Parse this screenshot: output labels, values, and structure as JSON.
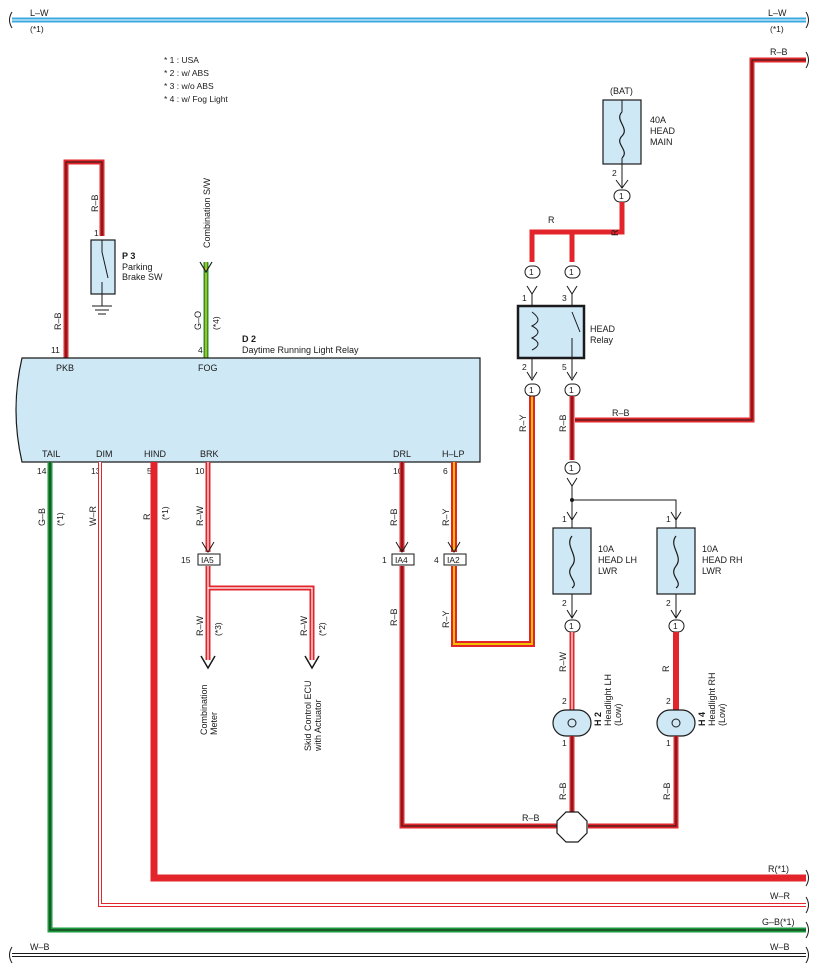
{
  "bus": {
    "top_left_label": "L–W",
    "top_left_note": "(*1)",
    "top_right_label": "L–W",
    "top_right_note": "(*1)",
    "bottom_left_label": "W–B",
    "bottom_right_label": "W–B",
    "right_rb_label": "R–B",
    "right_r_label": "R(*1)",
    "right_wr_label": "W–R",
    "right_gb_label": "G–B(*1)"
  },
  "legend": [
    "* 1 : USA",
    "* 2 : w/ ABS",
    "* 3 : w/o ABS",
    "* 4 : w/ Fog Light"
  ],
  "relay_module": {
    "code": "D 2",
    "name": "Daytime Running Light Relay",
    "top_pins": [
      {
        "name": "PKB",
        "num": "11",
        "wire": "R–B"
      },
      {
        "name": "FOG",
        "num": "4",
        "wire": "G–O",
        "note": "(*4)"
      }
    ],
    "bottom_pins": [
      {
        "name": "TAIL",
        "num": "14",
        "wire": "G–B",
        "note": "(*1)"
      },
      {
        "name": "DIM",
        "num": "13",
        "wire": "W–R"
      },
      {
        "name": "HIND",
        "num": "5",
        "wire": "R",
        "note": "(*1)"
      },
      {
        "name": "BRK",
        "num": "10",
        "wire": "R–W"
      },
      {
        "name": "DRL",
        "num": "10",
        "wire": "R–B"
      },
      {
        "name": "H–LP",
        "num": "6",
        "wire": "R–Y"
      }
    ]
  },
  "parking_brake": {
    "code": "P 3",
    "name_line1": "Parking",
    "name_line2": "Brake SW",
    "pin": "1",
    "wire": "R–B"
  },
  "combination_sw": {
    "label": "Combination S/W"
  },
  "fuse_main": {
    "top_label": "(BAT)",
    "rating": "40A",
    "name_line1": "HEAD",
    "name_line2": "MAIN",
    "pin": "2",
    "conn": "1"
  },
  "head_relay": {
    "name_line1": "HEAD",
    "name_line2": "Relay",
    "pins": [
      "1",
      "3",
      "2",
      "5"
    ],
    "wire_top": "R",
    "wire_out": "R–Y",
    "wire_coil": "R–B",
    "wire_right": "R–B"
  },
  "fuse_lh": {
    "rating": "10A",
    "name_line1": "HEAD LH",
    "name_line2": "LWR",
    "pin_top": "1",
    "pin_bottom": "2"
  },
  "fuse_rh": {
    "rating": "10A",
    "name_line1": "HEAD RH",
    "name_line2": "LWR",
    "pin_top": "1",
    "pin_bottom": "2"
  },
  "headlight_lh": {
    "code": "H 2",
    "name_line1": "Headlight LH",
    "name_line2": "(Low)",
    "pin_top": "2",
    "pin_bottom": "1",
    "wire_top": "R–W",
    "wire_bottom": "R–B"
  },
  "headlight_rh": {
    "code": "H 4",
    "name_line1": "Headlight RH",
    "name_line2": "(Low)",
    "pin_top": "2",
    "pin_bottom": "1",
    "wire_top": "R",
    "wire_bottom": "R–B"
  },
  "junctions": {
    "ia5": {
      "label": "IA5",
      "pin": "15"
    },
    "ia4": {
      "label": "IA4",
      "pin": "1"
    },
    "ia2": {
      "label": "IA2",
      "pin": "4"
    },
    "conn1": "1"
  },
  "brk_branch": {
    "left_wire": "R–W",
    "left_note": "(*3)",
    "left_dest_line1": "Combination",
    "left_dest_line2": "Meter",
    "right_wire": "R–W",
    "right_note": "(*2)",
    "right_dest_line1": "Skid Control ECU",
    "right_dest_line2": "with Actuator"
  },
  "ground_wire": "R–B",
  "drl_below_wire": "R–B",
  "hlp_below_wire": "R–Y",
  "colors": {
    "red": "#e3242b",
    "green": "#1a9a3c",
    "blue": "#3aa9e0",
    "yellow": "#f2c200",
    "fill": "#cfe8f6"
  }
}
